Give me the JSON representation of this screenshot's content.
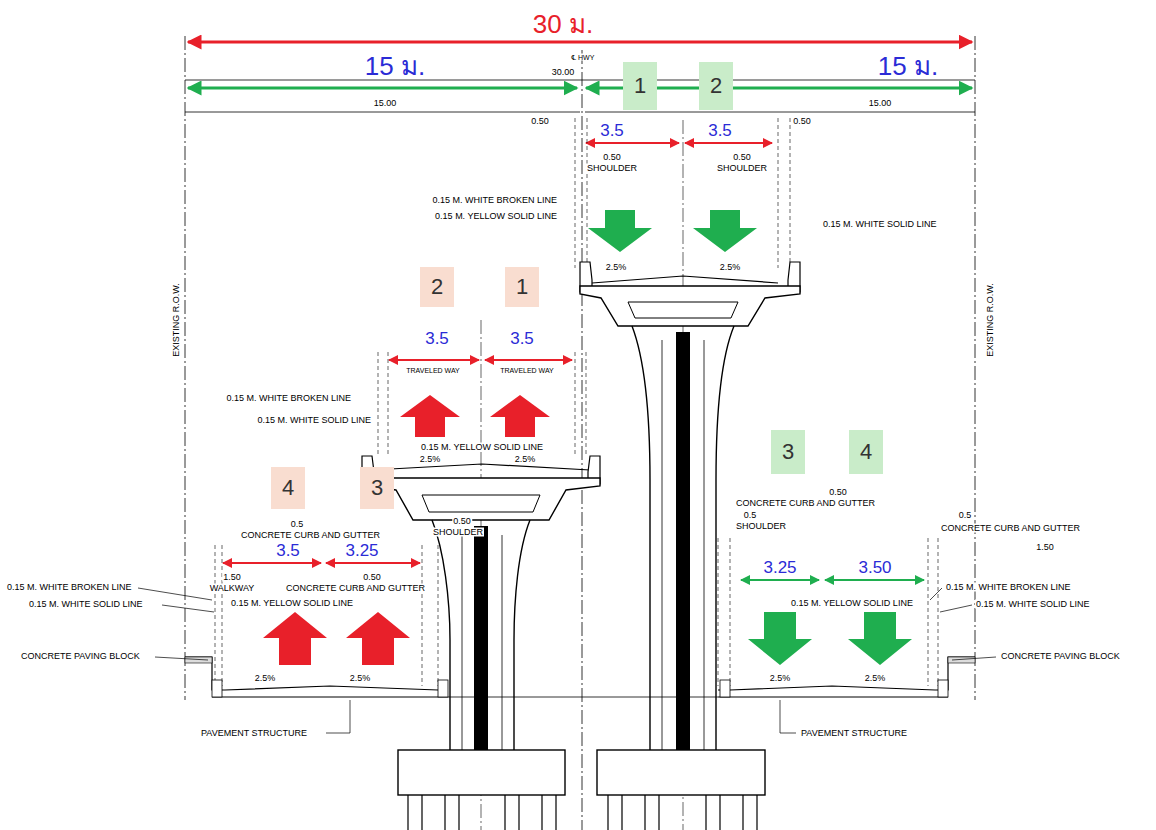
{
  "diagram": {
    "nodes": [
      {
        "text": [
          "1"
        ]
      },
      {
        "text": [
          "2"
        ]
      },
      {
        "text": [
          "2"
        ]
      },
      {
        "text": [
          "1"
        ]
      },
      {
        "text": [
          "4"
        ]
      },
      {
        "text": [
          "3"
        ]
      },
      {
        "text": [
          "3"
        ]
      },
      {
        "text": [
          "4"
        ]
      }
    ],
    "labels": [
      "30 ม.",
      "℄ HWY",
      "15 ม.",
      "30.00",
      "15 ม.",
      "15.00",
      "15.00",
      "0.50",
      "3.5",
      "3.5",
      "0.50",
      "0.50",
      "SHOULDER",
      "0.50",
      "SHOULDER",
      "0.15 M. WHITE BROKEN LINE",
      "0.15 M. YELLOW SOLID LINE",
      "0.15 M. WHITE SOLID LINE",
      "2.5%",
      "2.5%",
      "EXISTING R.O.W.",
      "EXISTING R.O.W.",
      "3.5",
      "3.5",
      "TRAVELED WAY",
      "TRAVELED WAY",
      "0.15 M. WHITE BROKEN LINE",
      "0.15 M. WHITE SOLID LINE",
      "0.15 M. YELLOW SOLID LINE",
      "2.5%",
      "2.5%",
      "0.5",
      "CONCRETE CURB AND GUTTER",
      "0.50",
      "SHOULDER",
      "3.5",
      "3.25",
      "1.50",
      "WALKWAY",
      "0.50",
      "CONCRETE CURB AND GUTTER",
      "0.15 M. WHITE BROKEN LINE",
      "0.15 M. WHITE SOLID LINE",
      "0.15 M. YELLOW SOLID LINE",
      "CONCRETE PAVING BLOCK",
      "2.5%",
      "2.5%",
      "PAVEMENT STRUCTURE",
      "0.50",
      "CONCRETE CURB AND GUTTER",
      "0.5",
      "0.5",
      "SHOULDER",
      "CONCRETE CURB AND GUTTER",
      "1.50",
      "3.25",
      "3.50",
      "0.15 M. WHITE BROKEN LINE",
      "0.15 M. YELLOW SOLID LINE",
      "0.15 M. WHITE SOLID LINE",
      "CONCRETE PAVING BLOCK",
      "2.5%",
      "2.5%",
      "PAVEMENT STRUCTURE"
    ]
  }
}
